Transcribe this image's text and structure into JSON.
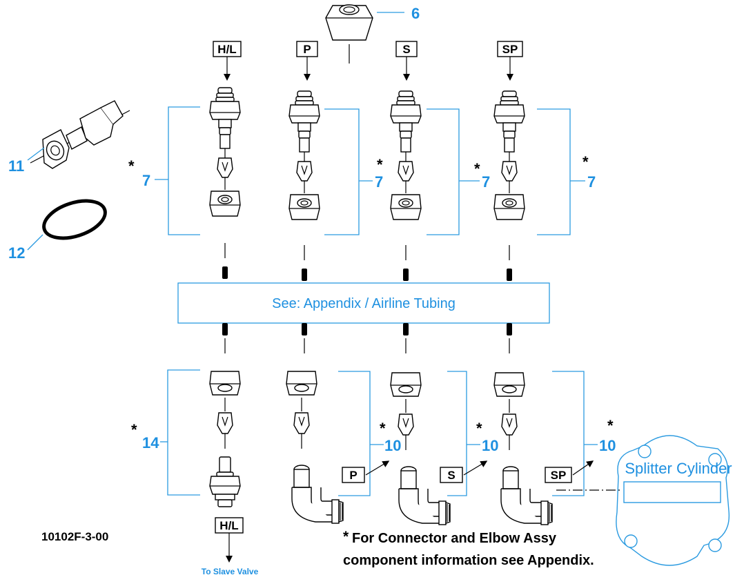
{
  "figure": {
    "drawing_number": "10102F-3-00",
    "appendix_banner": "See: Appendix / Airline Tubing",
    "footnote": {
      "star": "*",
      "line1": "For Connector and Elbow Assy",
      "line2": "component information see Appendix."
    },
    "destination_label": "To Slave Valve",
    "splitter_label": "Splitter Cylinder"
  },
  "inputs_top": [
    "H/L",
    "P",
    "S",
    "SP"
  ],
  "outputs_bottom": [
    "P",
    "S",
    "SP"
  ],
  "output_hl": "H/L",
  "callouts": {
    "nut": "6",
    "union": "11",
    "oring": "12",
    "connector_hl": "14",
    "upper_groups": [
      "7",
      "7",
      "7",
      "7"
    ],
    "lower_groups": [
      "10",
      "10",
      "10"
    ]
  },
  "colors": {
    "callout": "#1e90e0",
    "leader": "#2a9ae0",
    "ink": "#000000"
  }
}
